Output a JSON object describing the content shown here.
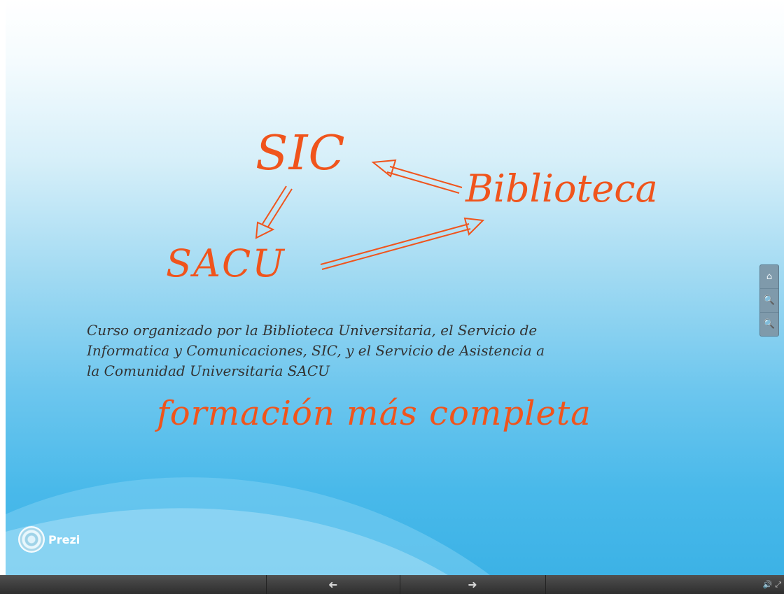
{
  "slide": {
    "sic": "SIC",
    "biblioteca": "Biblioteca",
    "sacu": "SACU",
    "body_lines": [
      "Curso organizado por la Biblioteca Universitaria, el Servicio de",
      "Informatica y Comunicaciones, SIC, y el Servicio de Asistencia a",
      "la Comunidad Universitaria SACU"
    ],
    "headline": "formación más completa",
    "colors": {
      "accent": "#f0541c",
      "text": "#333333",
      "background_bottom": "#3cb2e6"
    }
  },
  "zoom_tools": {
    "home_icon": "⌂",
    "zoom_in_icon": "🔍",
    "zoom_out_icon": "🔍"
  },
  "logo": {
    "label": "Prezi"
  },
  "bottom_bar": {
    "prev_icon": "◆",
    "next_icon": "➜",
    "volume_icon": "🔊",
    "fullscreen_icon": "⤢"
  }
}
